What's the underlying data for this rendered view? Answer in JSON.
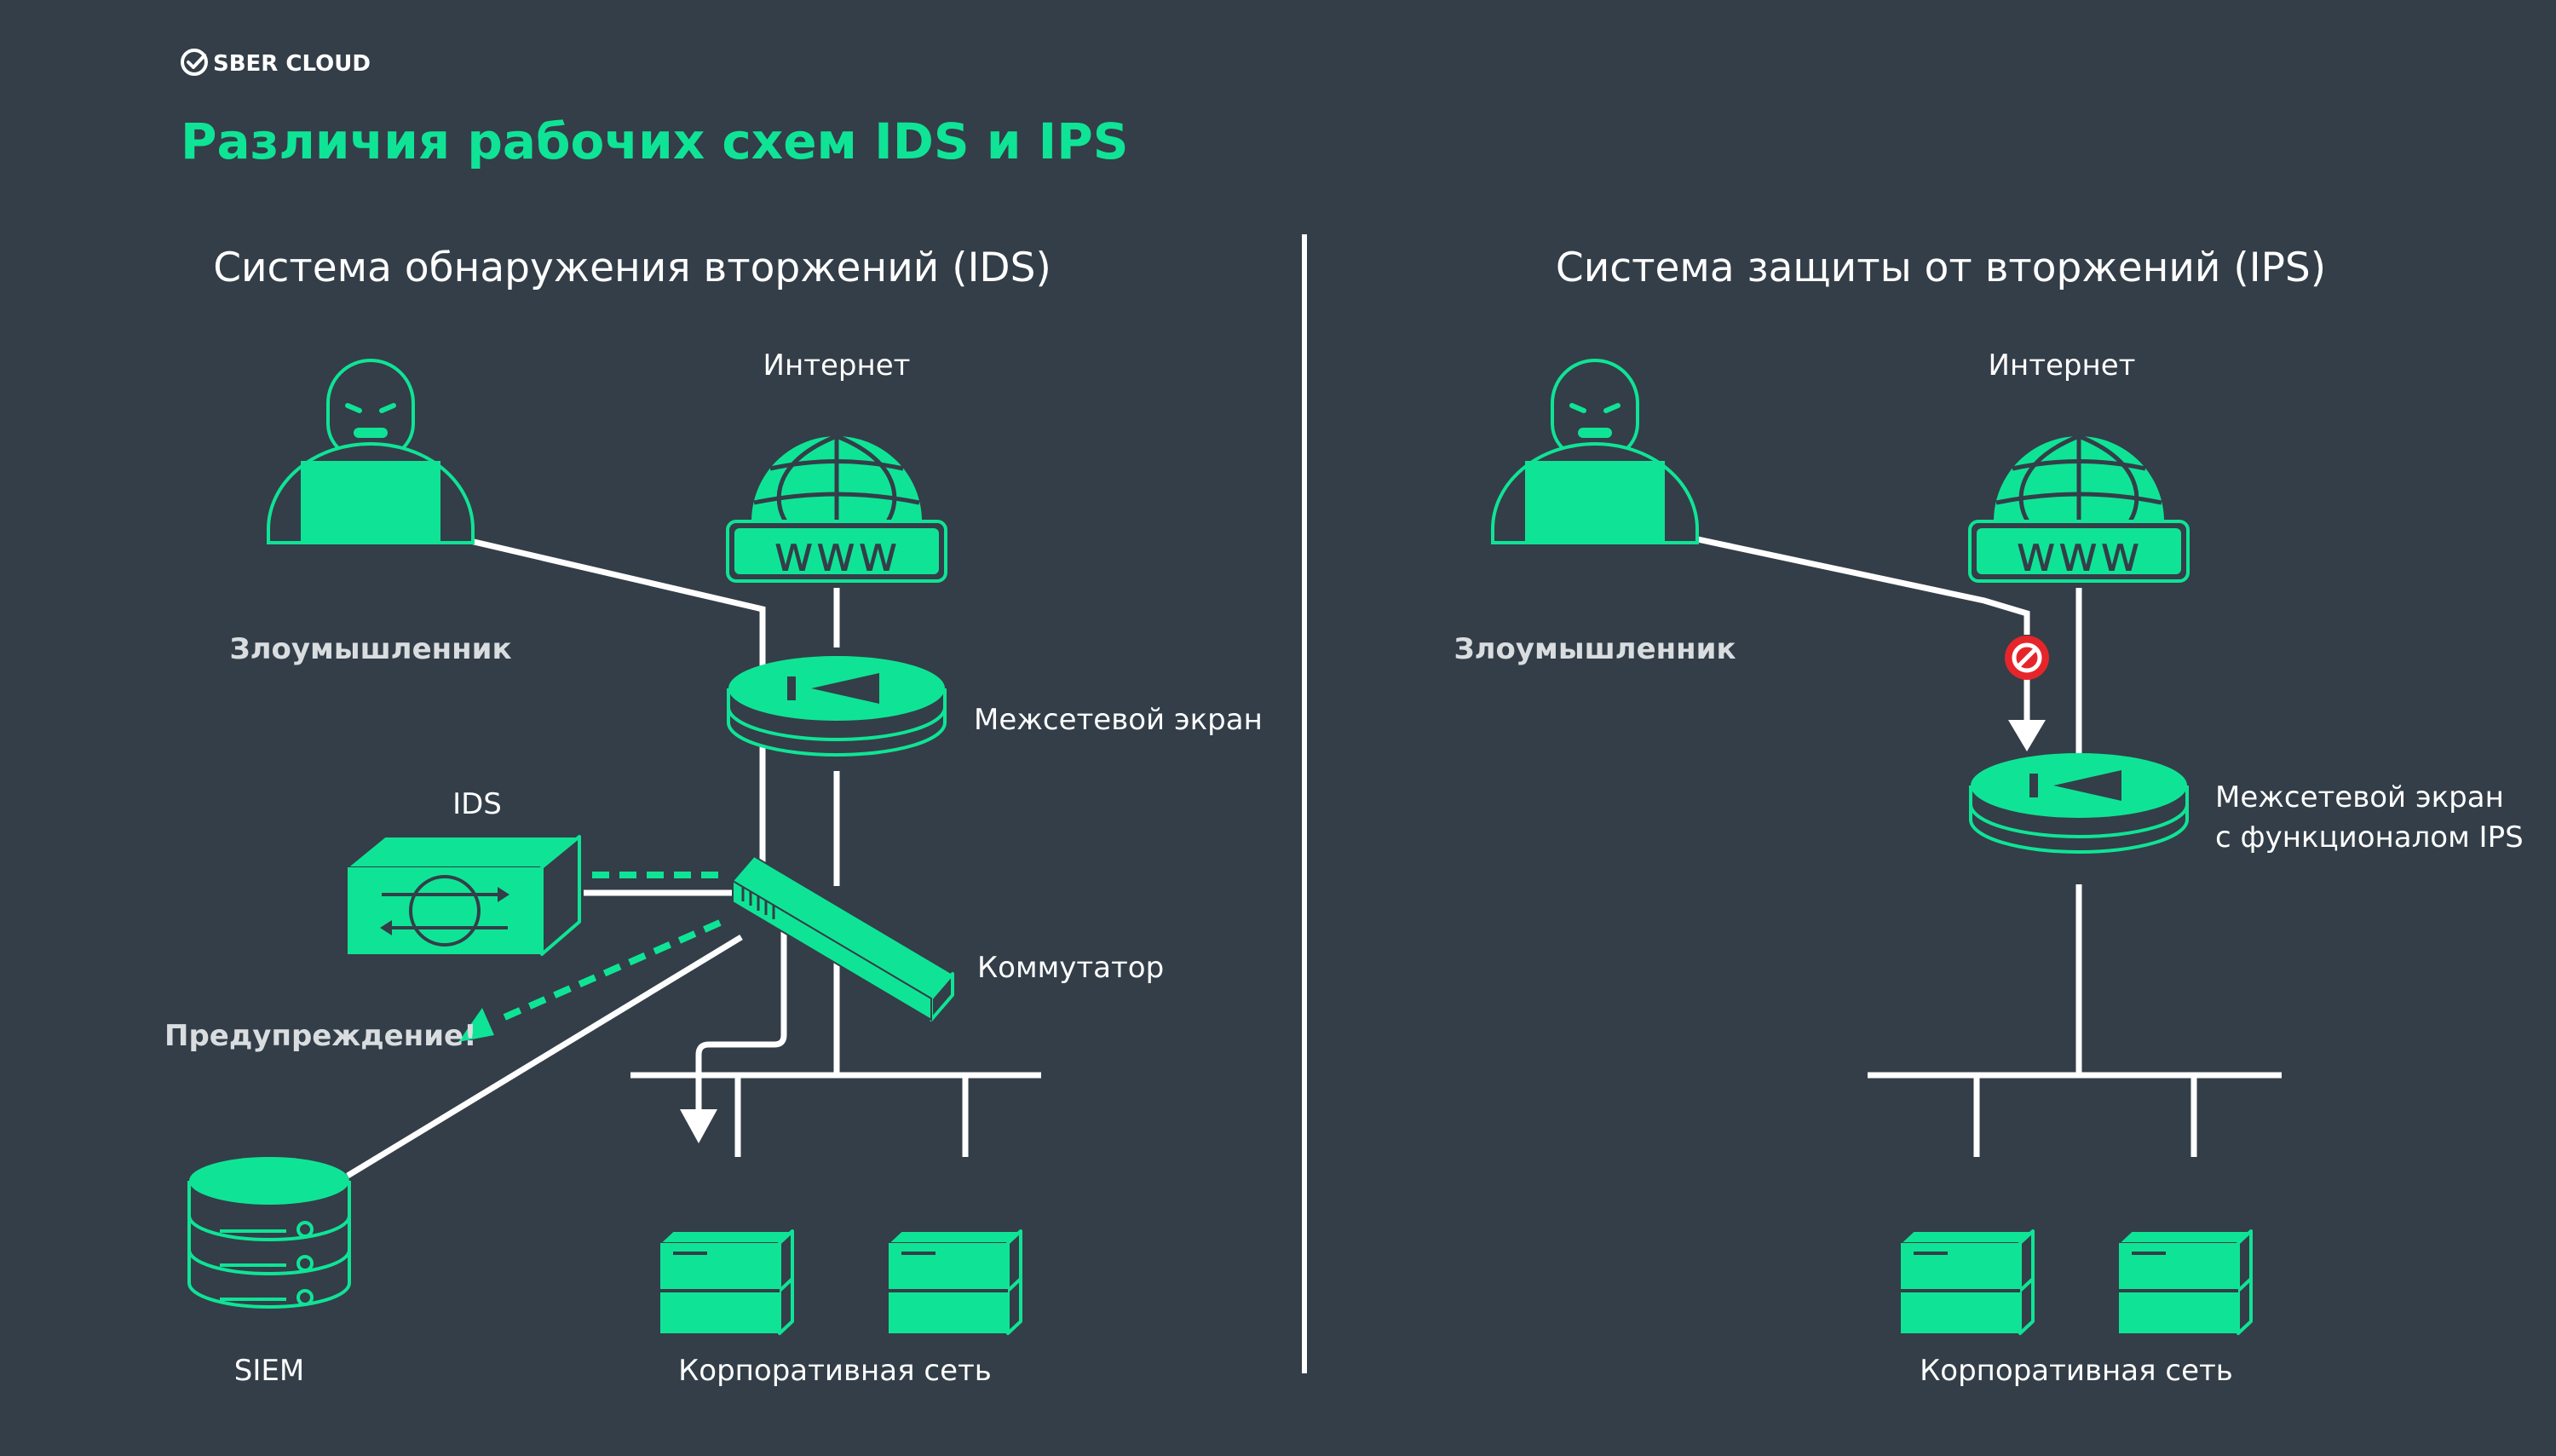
{
  "brand": {
    "name": "SBER CLOUD"
  },
  "title": "Различия рабочих схем IDS и IPS",
  "colors": {
    "background": "#333e48",
    "accent": "#0fe496",
    "line": "#ffffff",
    "text": "#ffffff",
    "muted_text": "#d9dde0",
    "block": "#e6252a"
  },
  "ids": {
    "heading": "Система обнаружения вторжений (IDS)",
    "internet_label": "Интернет",
    "www_label": "www",
    "attacker_label": "Злоумышленник",
    "firewall_label": "Межсетевой экран",
    "ids_label": "IDS",
    "switch_label": "Коммутатор",
    "warning_label": "Предупреждение!",
    "siem_label": "SIEM",
    "network_label": "Корпоративная сеть"
  },
  "ips": {
    "heading": "Система защиты от вторжений (IPS)",
    "internet_label": "Интернет",
    "www_label": "www",
    "attacker_label": "Злоумышленник",
    "firewall_label_line1": "Межсетевой экран",
    "firewall_label_line2": "с функционалом IPS",
    "network_label": "Корпоративная сеть"
  },
  "icons": {
    "brand": "sber-check-logo-icon",
    "attacker": "hacker-icon",
    "internet": "globe-www-icon",
    "firewall": "firewall-icon",
    "ids": "ids-appliance-icon",
    "switch": "network-switch-icon",
    "siem": "database-icon",
    "server": "server-icon",
    "block": "blocked-icon"
  }
}
